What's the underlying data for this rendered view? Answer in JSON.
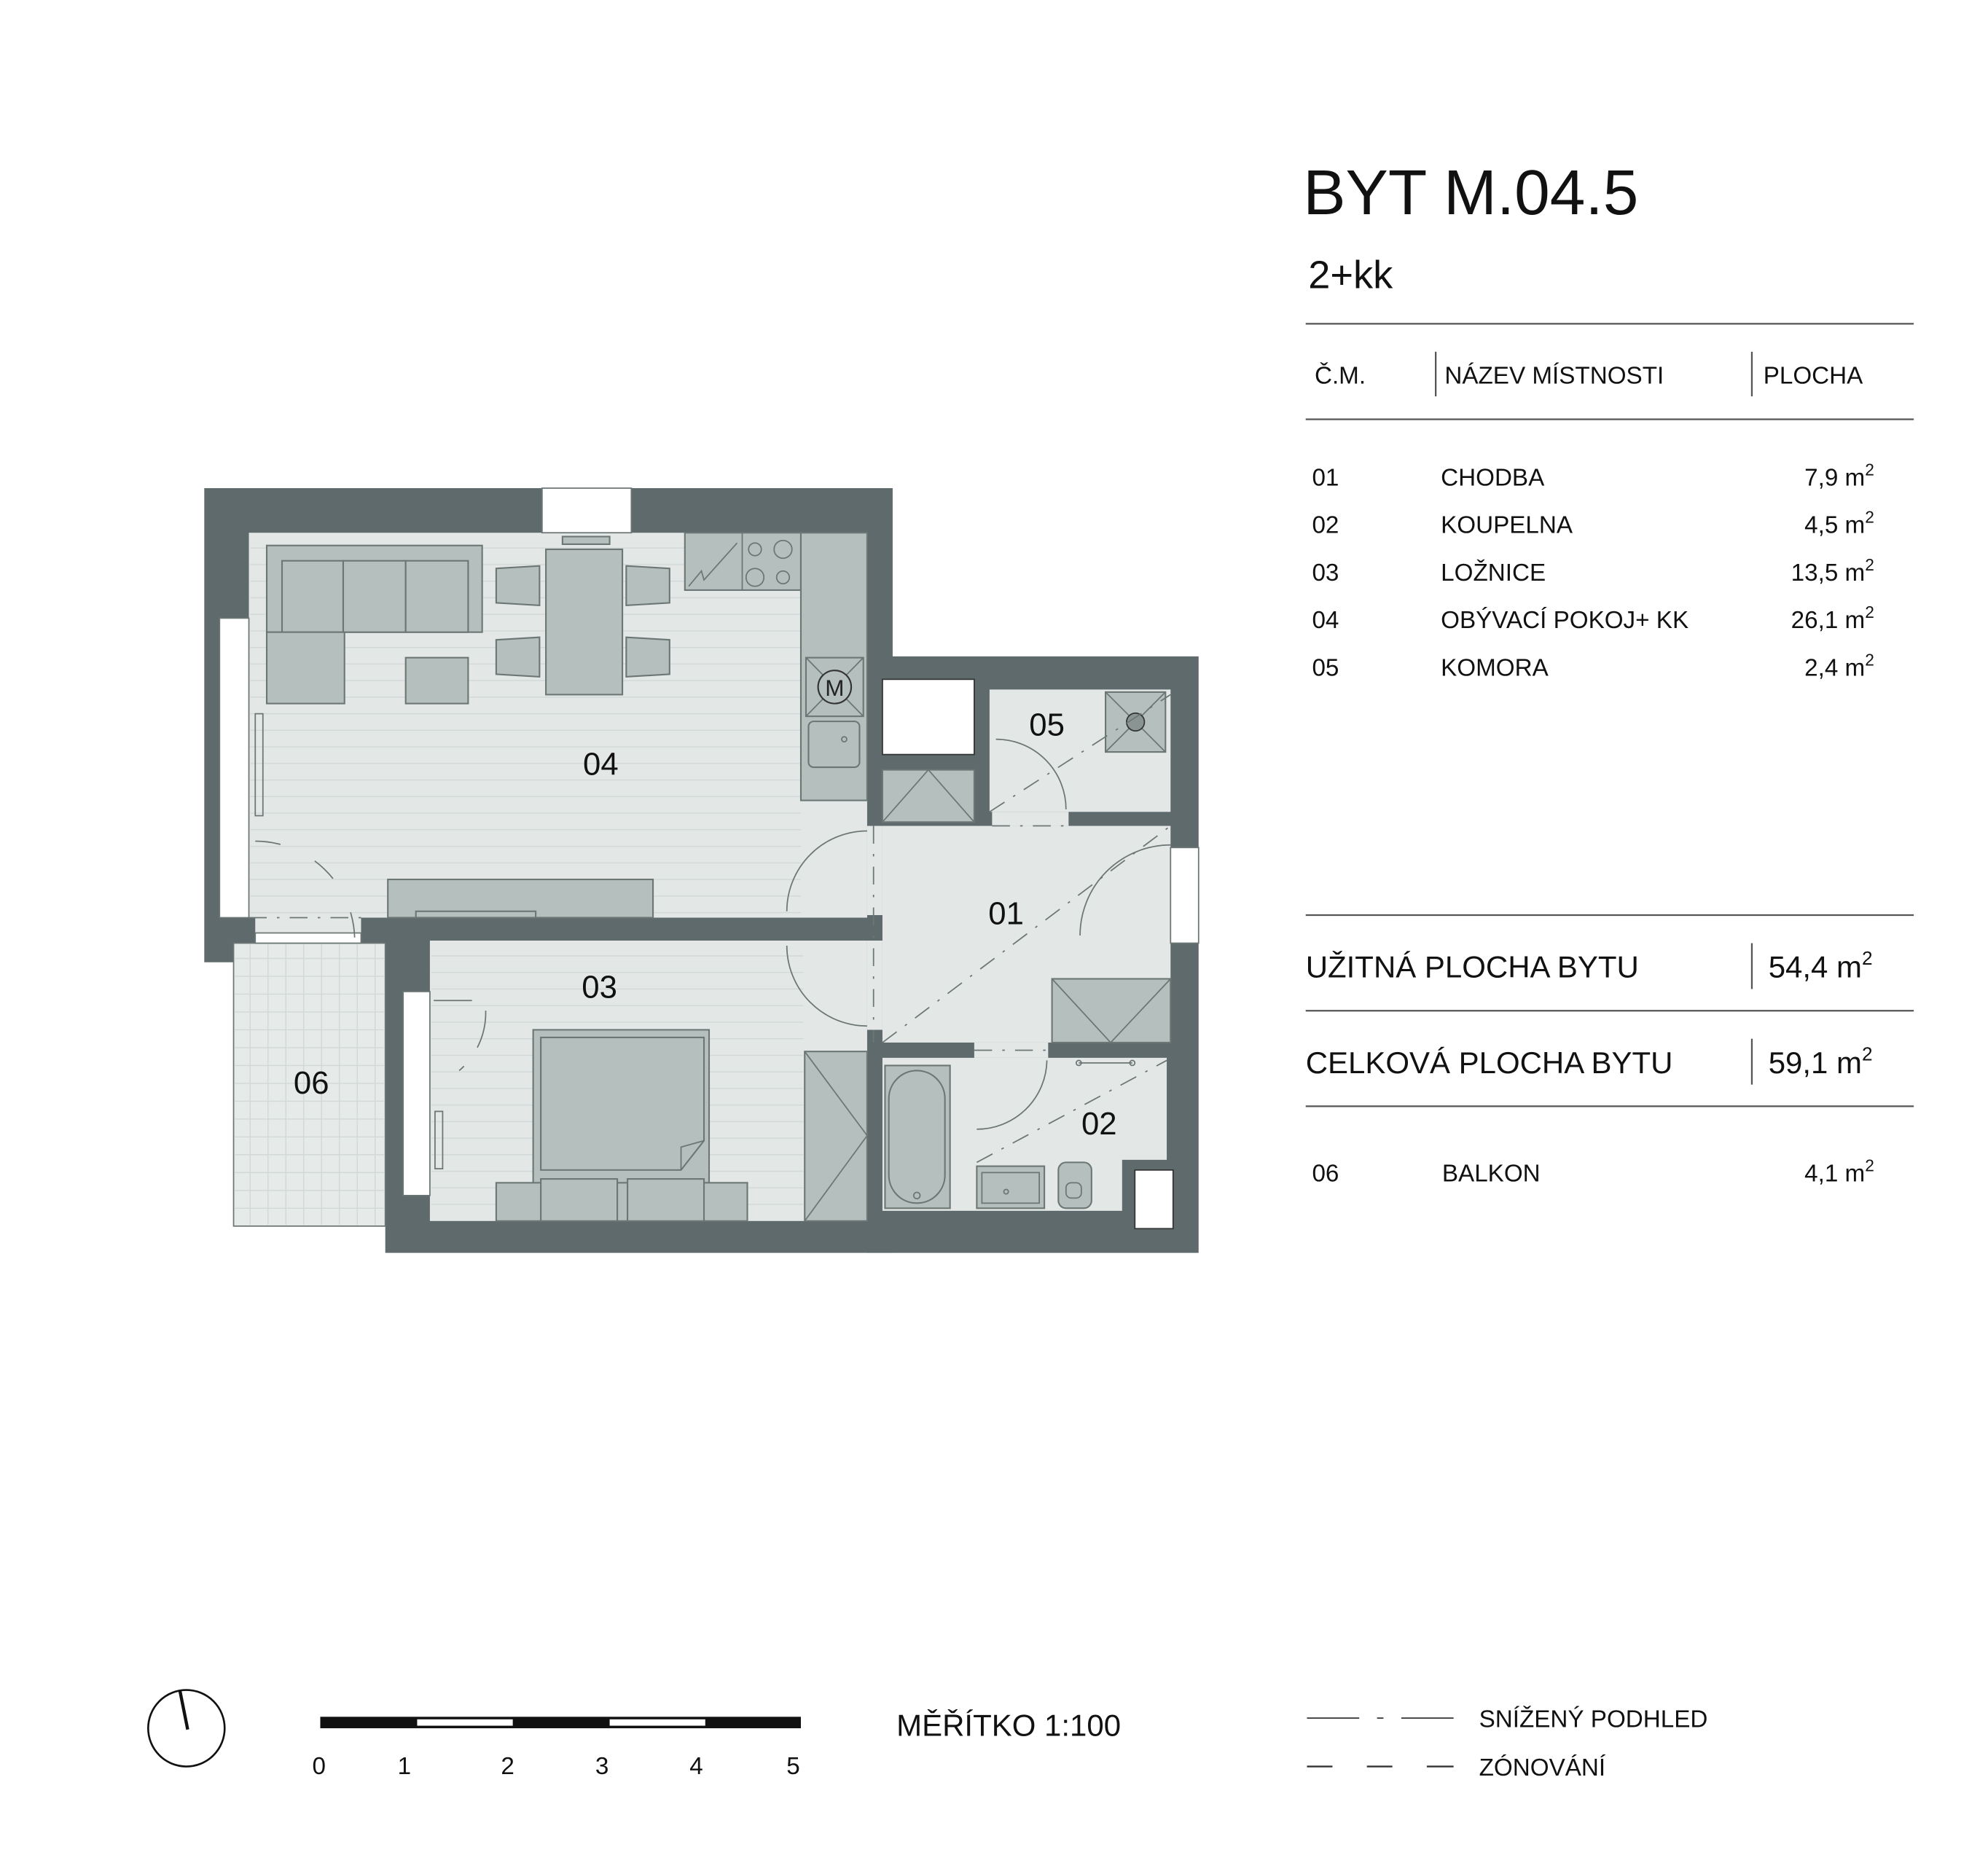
{
  "title": "BYT M.04.5",
  "layout_type": "2+kk",
  "table": {
    "headers": {
      "number": "Č.M.",
      "name": "NÁZEV MÍSTNOSTI",
      "area": "PLOCHA"
    },
    "rows": [
      {
        "number": "01",
        "name": "CHODBA",
        "area": "7,9 m",
        "unit_sup": "2"
      },
      {
        "number": "02",
        "name": "KOUPELNA",
        "area": "4,5 m",
        "unit_sup": "2"
      },
      {
        "number": "03",
        "name": "LOŽNICE",
        "area": "13,5 m",
        "unit_sup": "2"
      },
      {
        "number": "04",
        "name": "OBÝVACÍ POKOJ+ KK",
        "area": "26,1 m",
        "unit_sup": "2"
      },
      {
        "number": "05",
        "name": "KOMORA",
        "area": "2,4 m",
        "unit_sup": "2"
      }
    ]
  },
  "summary": {
    "usable_label": "UŽITNÁ PLOCHA BYTU",
    "usable_value": "54,4 m",
    "usable_sup": "2",
    "total_label": "CELKOVÁ PLOCHA BYTU",
    "total_value": "59,1 m",
    "total_sup": "2"
  },
  "balcony": {
    "number": "06",
    "name": "BALKON",
    "area": "4,1 m",
    "unit_sup": "2"
  },
  "plan_labels": {
    "r01": "01",
    "r02": "02",
    "r03": "03",
    "r04": "04",
    "r05": "05",
    "r06": "06"
  },
  "scale": {
    "label": "MĚŘÍTKO  1:100",
    "ticks": [
      "0",
      "1",
      "2",
      "3",
      "4",
      "5"
    ]
  },
  "legend": {
    "lowered_ceiling": "SNÍŽENÝ PODHLED",
    "zoning": "ZÓNOVÁNÍ"
  },
  "colors": {
    "wall": "#5f6a6d",
    "floor": "#e3e7e6",
    "furniture": "#b5bfbd"
  }
}
